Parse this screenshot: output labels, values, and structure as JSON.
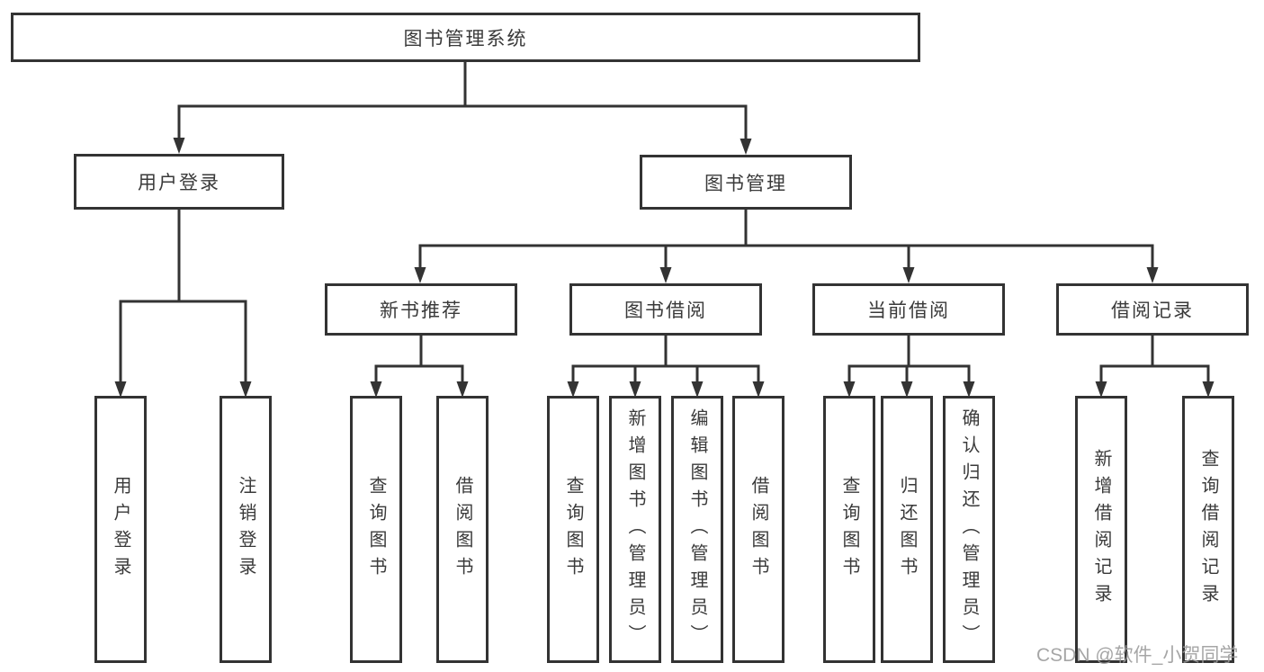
{
  "diagram_title": "图书管理系统",
  "tree": {
    "root_label": "图书管理系统",
    "branches": [
      {
        "label": "用户登录",
        "leaves": [
          "用户登录",
          "注销登录"
        ]
      },
      {
        "label": "图书管理",
        "groups": [
          {
            "label": "新书推荐",
            "leaves": [
              "查询图书",
              "借阅图书"
            ]
          },
          {
            "label": "图书借阅",
            "leaves": [
              "查询图书",
              "新增图书（管理员）",
              "编辑图书（管理员）",
              "借阅图书"
            ]
          },
          {
            "label": "当前借阅",
            "leaves": [
              "查询图书",
              "归还图书",
              "确认归还（管理员）"
            ]
          },
          {
            "label": "借阅记录",
            "leaves": [
              "新增借阅记录",
              "查询借阅记录"
            ]
          }
        ]
      }
    ]
  },
  "watermark": {
    "text": "CSDN @软件_小贺同学"
  },
  "colors": {
    "line": "#333333",
    "box_border": "#333333",
    "box_fill": "#ffffff",
    "text": "#3a3a3a",
    "watermark": "#9a9a9a",
    "background": "#ffffff"
  }
}
